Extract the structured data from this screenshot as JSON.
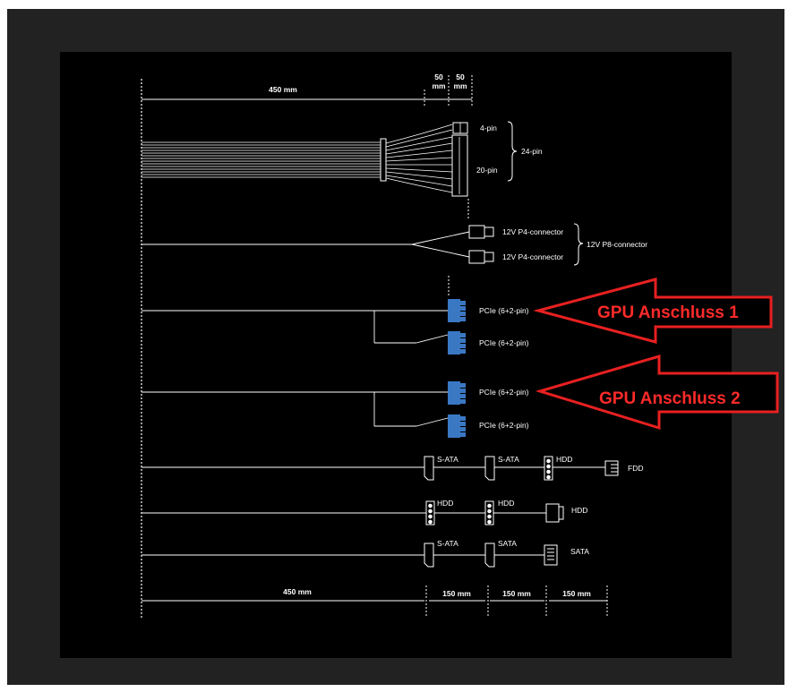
{
  "colors": {
    "background": "#000000",
    "frame": "#222222",
    "cable": "#ffffff",
    "pcie_connector": "#3a78c4",
    "annotation": "#e82020"
  },
  "dimensions": {
    "top_main": "450 mm",
    "top_seg_1": "50",
    "top_seg_1_unit": "mm",
    "top_seg_2": "50",
    "top_seg_2_unit": "mm",
    "bottom_main": "450 mm",
    "bottom_seg_1": "150 mm",
    "bottom_seg_2": "150 mm",
    "bottom_seg_3": "150 mm"
  },
  "atx": {
    "pin4": "4-pin",
    "pin20": "20-pin",
    "pin24": "24-pin"
  },
  "cpu": {
    "p4_a": "12V P4-connector",
    "p4_b": "12V P4-connector",
    "p8": "12V P8-connector"
  },
  "pcie": {
    "c1": "PCIe (6+2-pin)",
    "c2": "PCIe (6+2-pin)",
    "c3": "PCIe (6+2-pin)",
    "c4": "PCIe (6+2-pin)"
  },
  "peripheral": {
    "row1": [
      "S-ATA",
      "S-ATA",
      "HDD",
      "FDD"
    ],
    "row2": [
      "HDD",
      "HDD",
      "HDD"
    ],
    "row3": [
      "S-ATA",
      "SATA",
      "SATA"
    ]
  },
  "annotations": {
    "gpu1": "GPU Anschluss 1",
    "gpu2": "GPU Anschluss 2"
  }
}
